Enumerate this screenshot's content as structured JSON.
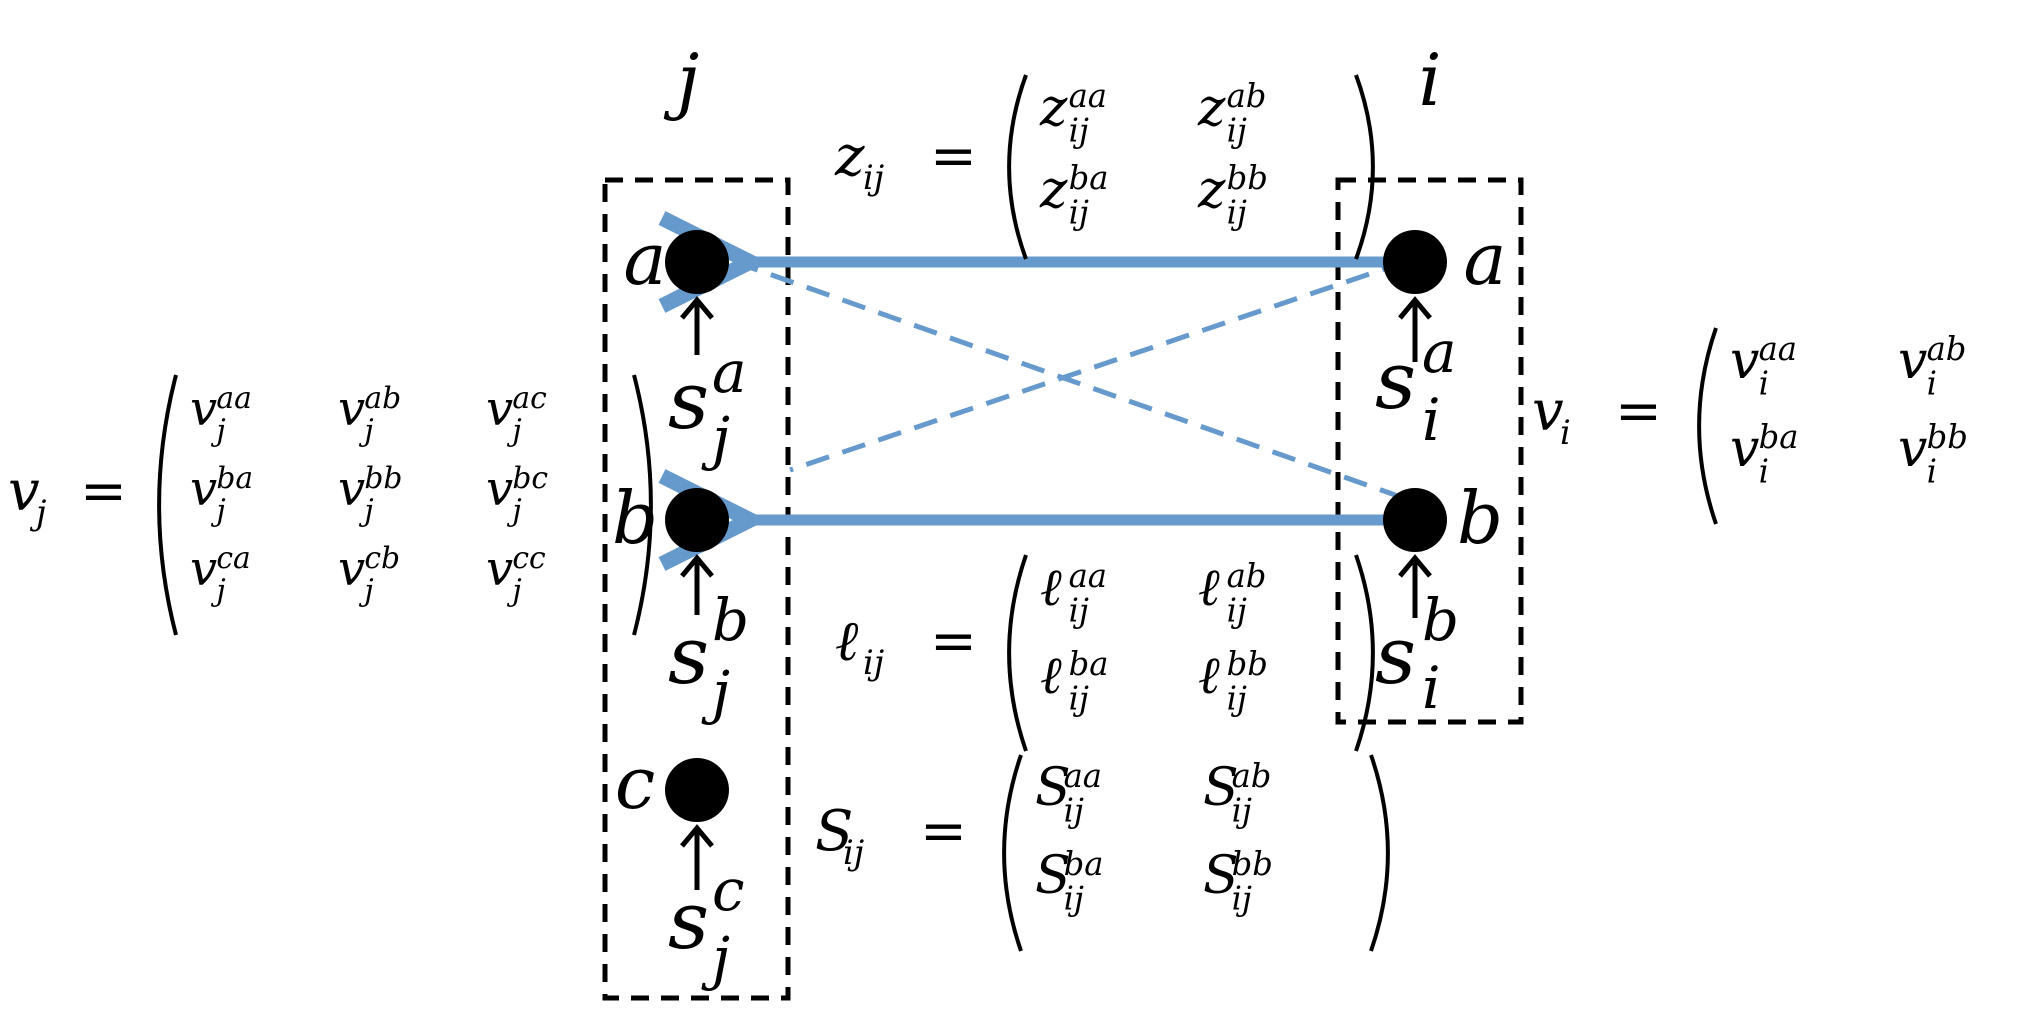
{
  "colors": {
    "arrow": "#6699cc",
    "ink": "#000000"
  },
  "buses": {
    "j": {
      "label": "j",
      "phases": [
        "a",
        "b",
        "c"
      ],
      "sources": [
        "s",
        "s",
        "s"
      ],
      "source_sups": [
        "a",
        "b",
        "c"
      ],
      "source_sub": "j"
    },
    "i": {
      "label": "i",
      "phases": [
        "a",
        "b"
      ],
      "sources": [
        "s",
        "s"
      ],
      "source_sups": [
        "a",
        "b"
      ],
      "source_sub": "i"
    }
  },
  "equations": {
    "vj": {
      "lhs": "v",
      "lhs_sub": "j",
      "eq": "=",
      "entries": [
        [
          "aa",
          "ab",
          "ac"
        ],
        [
          "ba",
          "bb",
          "bc"
        ],
        [
          "ca",
          "cb",
          "cc"
        ]
      ],
      "base": "v",
      "sub": "j"
    },
    "vi": {
      "lhs": "v",
      "lhs_sub": "i",
      "eq": "=",
      "entries": [
        [
          "aa",
          "ab"
        ],
        [
          "ba",
          "bb"
        ]
      ],
      "base": "v",
      "sub": "i"
    },
    "zij": {
      "lhs": "z",
      "lhs_sub": "ij",
      "eq": "=",
      "entries": [
        [
          "aa",
          "ab"
        ],
        [
          "ba",
          "bb"
        ]
      ],
      "base": "z",
      "sub": "ij"
    },
    "lij": {
      "lhs": "ℓ",
      "lhs_sub": "ij",
      "eq": "=",
      "entries": [
        [
          "aa",
          "ab"
        ],
        [
          "ba",
          "bb"
        ]
      ],
      "base": "ℓ",
      "sub": "ij"
    },
    "Sij": {
      "lhs": "S",
      "lhs_sub": "ij",
      "eq": "=",
      "entries": [
        [
          "aa",
          "ab"
        ],
        [
          "ba",
          "bb"
        ]
      ],
      "base": "S",
      "sub": "ij"
    }
  }
}
